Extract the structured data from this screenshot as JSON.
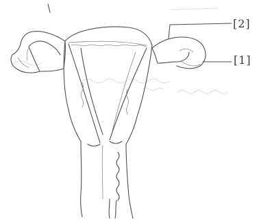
{
  "diagram": {
    "labels": [
      {
        "id": "1",
        "text": "[1]"
      },
      {
        "id": "2",
        "text": "[2]"
      }
    ],
    "colors": {
      "paper": "#ffffff",
      "pencil": "#4e4e4e",
      "bleed_through": "#e2e2ea"
    }
  }
}
